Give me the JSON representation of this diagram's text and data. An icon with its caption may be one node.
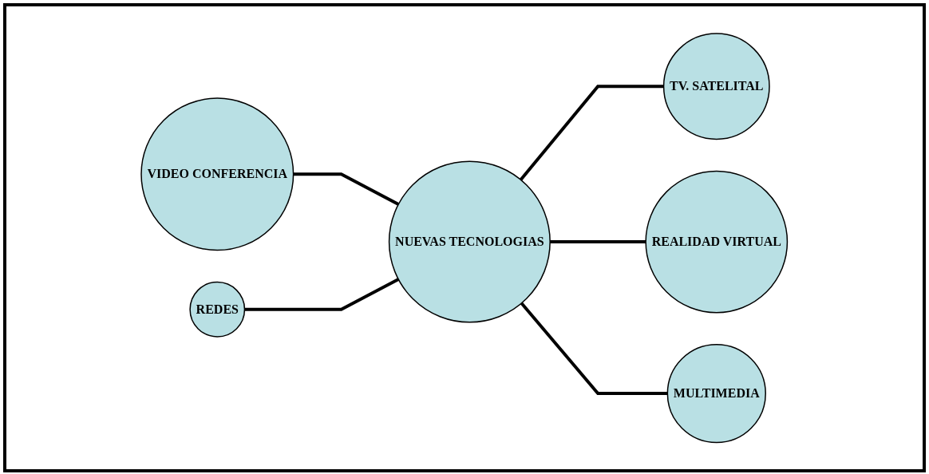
{
  "diagram": {
    "nodes": [
      {
        "text": [
          "VIDEO CONFERENCIA"
        ]
      },
      {
        "text": [
          "REDES"
        ]
      },
      {
        "text": [
          "TV. SATELITAL"
        ]
      },
      {
        "text": [
          "NUEVAS TECNOLOGIAS"
        ]
      },
      {
        "text": [
          "REALIDAD VIRTUAL"
        ]
      },
      {
        "text": [
          "MULTIMEDIA"
        ]
      }
    ],
    "edges": [
      {
        "from": 0,
        "to": 3,
        "arrow": "none"
      },
      {
        "from": 1,
        "to": 3,
        "arrow": "none"
      },
      {
        "from": 3,
        "to": 2,
        "arrow": "none"
      },
      {
        "from": 3,
        "to": 4,
        "arrow": "none"
      },
      {
        "from": 3,
        "to": 5,
        "arrow": "none"
      }
    ]
  }
}
